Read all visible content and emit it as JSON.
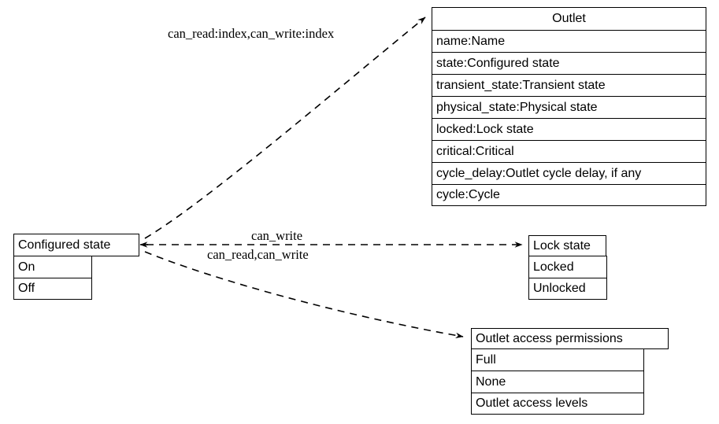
{
  "diagram": {
    "type": "uml-class-relationship-diagram",
    "background": "#ffffff",
    "line_color": "#000000",
    "text_color": "#000000"
  },
  "nodes": {
    "outlet": {
      "title": "Outlet",
      "fields": [
        "name:Name",
        "state:Configured state",
        "transient_state:Transient state",
        "physical_state:Physical state",
        "locked:Lock state",
        "critical:Critical",
        "cycle_delay:Outlet cycle delay, if any",
        "cycle:Cycle"
      ]
    },
    "configured_state": {
      "title": "Configured state",
      "fields": [
        "On",
        "Off"
      ]
    },
    "lock_state": {
      "title": "Lock state",
      "fields": [
        "Locked",
        "Unlocked"
      ]
    },
    "outlet_access_permissions": {
      "title": "Outlet access permissions",
      "fields": [
        "Full",
        "None",
        "Outlet access levels"
      ]
    }
  },
  "edges": [
    {
      "id": "edge-to-outlet",
      "from": "configured_state",
      "to": "outlet",
      "label": "can_read:index,can_write:index",
      "style": "dashed",
      "arrow": "open"
    },
    {
      "id": "edge-to-lock-state",
      "from": "configured_state",
      "to": "lock_state",
      "label": "can_write",
      "style": "dashed",
      "arrow": "open"
    },
    {
      "id": "edge-to-outlet-access-permissions",
      "from": "configured_state",
      "to": "outlet_access_permissions",
      "label": "can_read,can_write",
      "style": "dashed",
      "arrow": "open"
    }
  ]
}
